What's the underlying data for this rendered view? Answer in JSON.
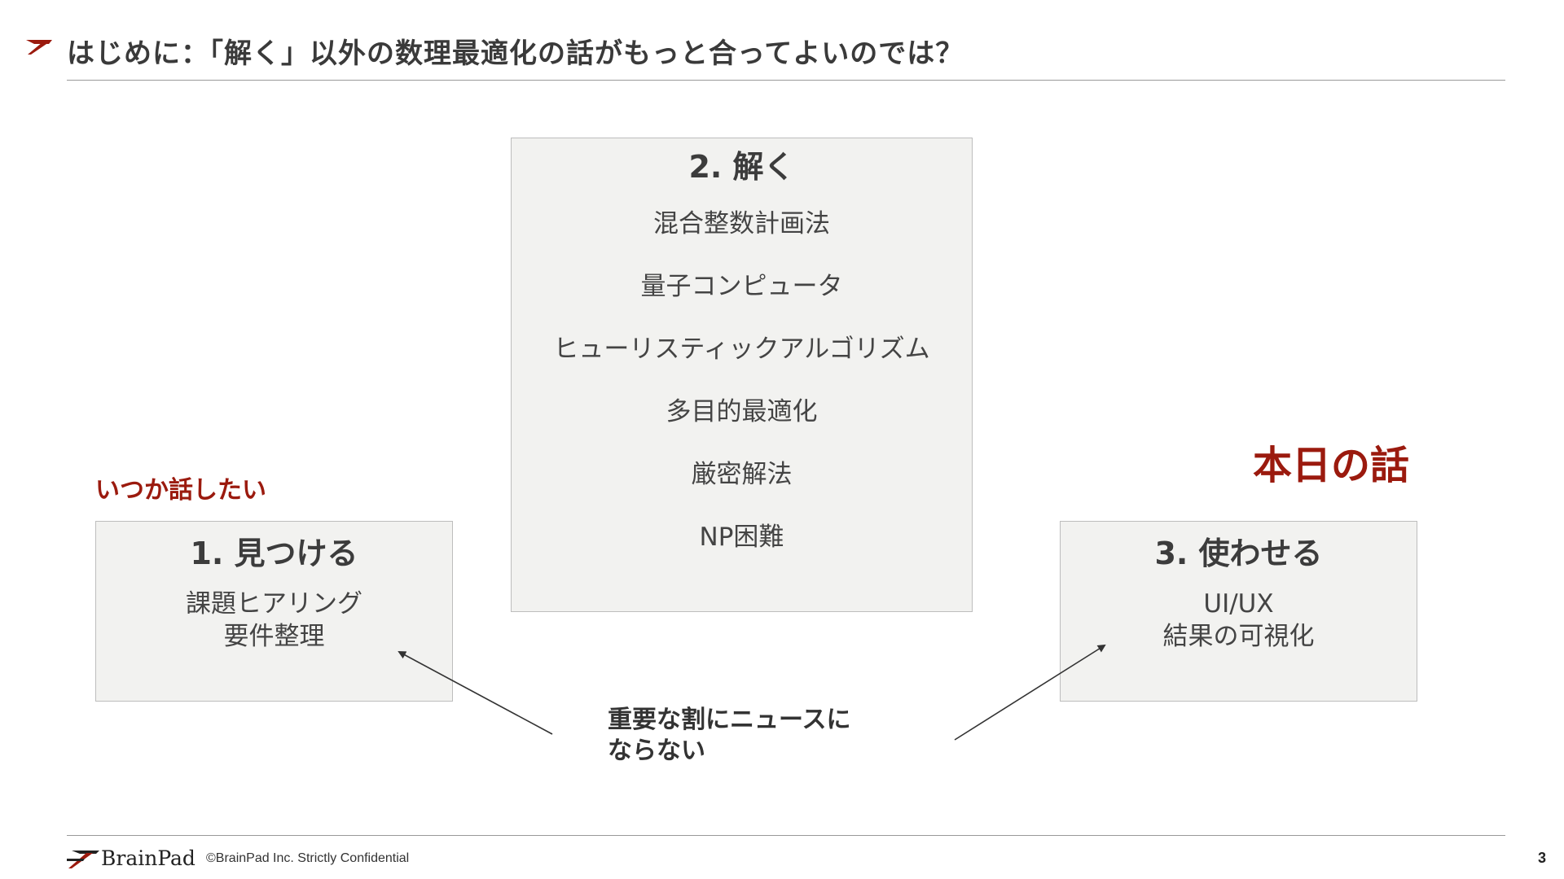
{
  "title": "はじめに：「解く」以外の数理最適化の話がもっと合ってよいのでは？",
  "boxes": {
    "find": {
      "title": "1. 見つける",
      "lines": [
        "課題ヒアリング",
        "要件整理"
      ]
    },
    "solve": {
      "title": "2. 解く",
      "lines": [
        "混合整数計画法",
        "量子コンピュータ",
        "ヒューリスティックアルゴリズム",
        "多目的最適化",
        "厳密解法",
        "NP困難"
      ]
    },
    "use": {
      "title": "3. 使わせる",
      "lines": [
        "UI/UX",
        "結果の可視化"
      ]
    }
  },
  "labels": {
    "someday": "いつか話したい",
    "today": "本日の話"
  },
  "note": {
    "line1": "重要な割にニュースに",
    "line2": "ならない"
  },
  "footer": {
    "brand": "BrainPad",
    "copyright": "©BrainPad Inc.  Strictly Confidential",
    "page": "3"
  },
  "colors": {
    "accent": "#9b1a0e",
    "box_fill": "#f2f2f0",
    "rule": "#9a9a9a"
  }
}
